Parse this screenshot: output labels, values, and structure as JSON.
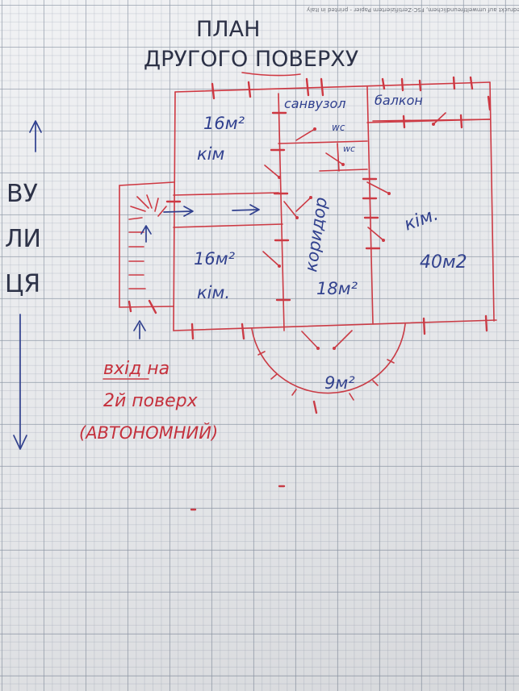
{
  "title": {
    "line1": "ПЛАН",
    "line2": "ДРУГОГО ПОВЕРХУ"
  },
  "street": {
    "line1": "ВУ",
    "line2": "ЛИ",
    "line3": "ЦЯ"
  },
  "rooms": {
    "top_left_area": "16м²",
    "top_left_name": "кім",
    "bathroom": "санвузол",
    "wc1": "wc",
    "wc2": "wc",
    "balcony": "балкон",
    "corridor_name": "коридор",
    "corridor_area": "18м²",
    "mid_left_area": "16м²",
    "mid_left_name": "кім.",
    "right_name": "кім.",
    "right_area": "40м2",
    "round_area": "9м²"
  },
  "entrance": {
    "line1": "вхід на",
    "line2": "2й поверх",
    "line3": "(АВТОНОМНИЙ)"
  },
  "paper_note": "Gedruckt auf umweltfreundlichem, FSC-Zertifiziertem Papier - printed in Italy",
  "colors": {
    "red_ink": "#d2353f",
    "blue_ink": "#2c3d8f",
    "grid": "#8c96a5",
    "paper": "#f1f2f4"
  }
}
